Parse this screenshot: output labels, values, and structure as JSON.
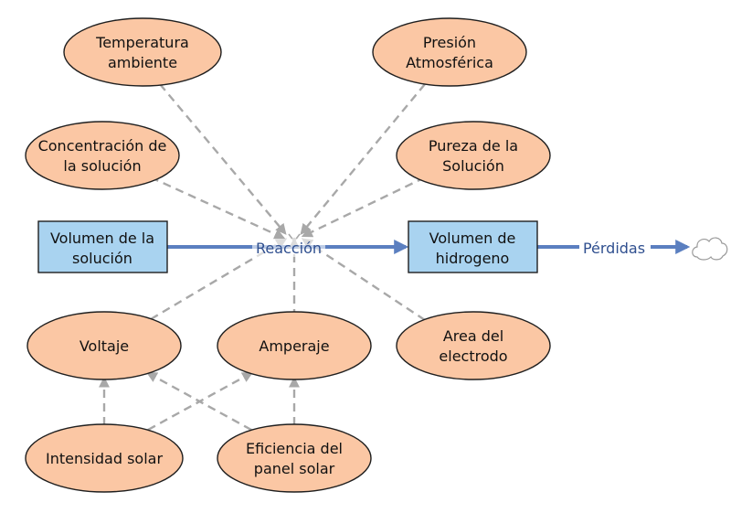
{
  "colors": {
    "variable_fill": "#fbc7a4",
    "stock_fill": "#a9d3f0",
    "flow": "#5b7fc0",
    "connector": "#a8a8a8"
  },
  "stocks": {
    "volumen_solucion": [
      "Volumen de la",
      "solución"
    ],
    "volumen_hidrogeno": [
      "Volumen de",
      "hidrogeno"
    ]
  },
  "flows": {
    "reaccion": "Reacción",
    "perdidas": "Pérdidas"
  },
  "variables": {
    "temperatura": [
      "Temperatura",
      "ambiente"
    ],
    "presion": [
      "Presión",
      "Atmosférica"
    ],
    "concentracion": [
      "Concentración de",
      "la solución"
    ],
    "pureza": [
      "Pureza de la",
      "Solución"
    ],
    "voltaje": [
      "Voltaje"
    ],
    "amperaje": [
      "Amperaje"
    ],
    "area": [
      "Area del",
      "electrodo"
    ],
    "intensidad": [
      "Intensidad solar"
    ],
    "eficiencia": [
      "Eficiencia del",
      "panel solar"
    ]
  },
  "sink_icon": "cloud-icon"
}
